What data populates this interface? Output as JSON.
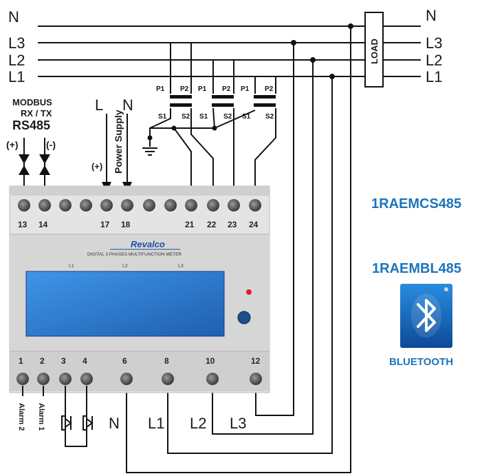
{
  "lines": {
    "n": "N",
    "l3": "L3",
    "l2": "L2",
    "l1": "L1"
  },
  "load_label": "LOAD",
  "ct": {
    "p1": "P1",
    "p2": "P2",
    "s1": "S1",
    "s2": "S2"
  },
  "modbus": {
    "line1": "MODBUS",
    "line2": "RX / TX",
    "line3": "RS485",
    "plus": "(+)",
    "minus": "(-)"
  },
  "power_supply": {
    "l": "L",
    "n": "N",
    "label": "Power Supply",
    "plus": "(+)"
  },
  "terminals_top": [
    "13",
    "14",
    "17",
    "18",
    "21",
    "22",
    "23",
    "24"
  ],
  "terminals_bottom": [
    "1",
    "2",
    "3",
    "4",
    "6",
    "8",
    "10",
    "12"
  ],
  "meter": {
    "brand": "Revalco",
    "subtitle": "DIGITAL 3 PHASES MULTIFUNCTION METER",
    "d1": "L1",
    "d2": "L2",
    "d3": "L3"
  },
  "alarms": [
    "Alarm 2",
    "Alarm 1"
  ],
  "bottom_labels": {
    "n": "N",
    "l1": "L1",
    "l2": "L2",
    "l3": "L3"
  },
  "products": {
    "cs485": "1RAEMCS485",
    "bl485": "1RAEMBL485",
    "bluetooth": "BLUETOOTH"
  },
  "colors": {
    "accent_blue": "#1c74bb",
    "meter_body": "#dcdcdc",
    "display": "#2f7fd6"
  }
}
